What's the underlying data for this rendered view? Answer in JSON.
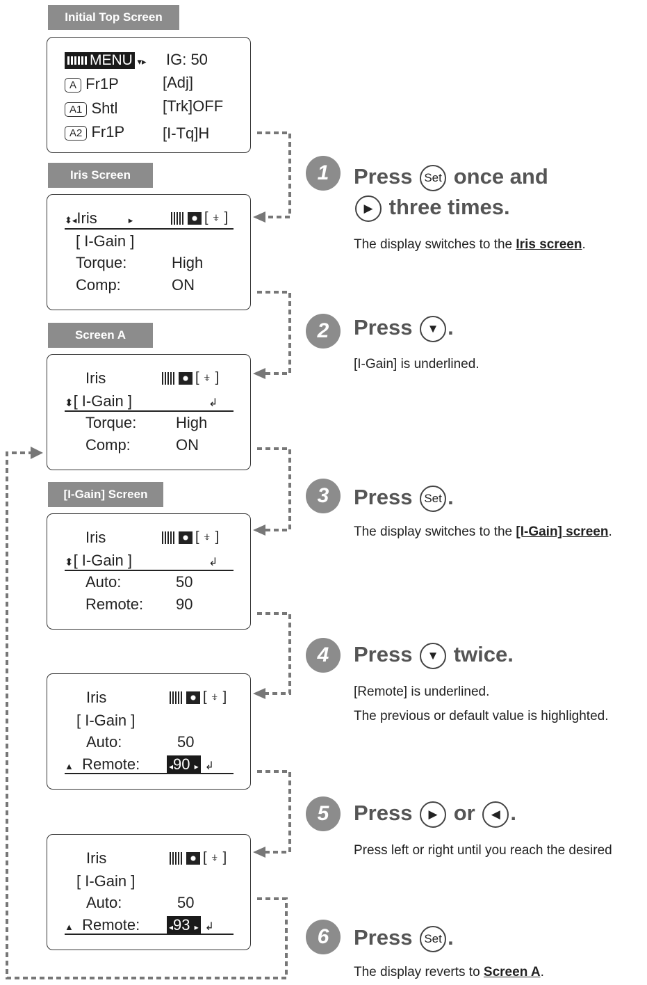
{
  "tabs": {
    "initial": "Initial Top Screen",
    "iris": "Iris Screen",
    "screen_a": "Screen A",
    "igain": "[I-Gain] Screen"
  },
  "top_screen": {
    "menu": "MENU",
    "ig": "IG: 50",
    "rows": [
      {
        "key": "A",
        "name": "Fr1P",
        "value": "[Adj]"
      },
      {
        "key": "A1",
        "name": "Shtl",
        "value": "[Trk]OFF"
      },
      {
        "key": "A2",
        "name": "Fr1P",
        "value": "[I-Tq]H"
      }
    ]
  },
  "iris_screen": {
    "title": "Iris",
    "mode": "[ I-Gain ]",
    "torque_label": "Torque:",
    "torque_value": "High",
    "comp_label": "Comp:",
    "comp_value": "ON"
  },
  "screen_a": {
    "title": "Iris",
    "mode": "[ I-Gain ]",
    "torque_label": "Torque:",
    "torque_value": "High",
    "comp_label": "Comp:",
    "comp_value": "ON"
  },
  "igain_screen": {
    "title": "Iris",
    "mode": "[ I-Gain ]",
    "auto_label": "Auto:",
    "auto_value": "50",
    "remote_label": "Remote:",
    "remote_value": "90"
  },
  "screen4": {
    "title": "Iris",
    "mode": "[ I-Gain ]",
    "auto_label": "Auto:",
    "auto_value": "50",
    "remote_label": "Remote:",
    "remote_value": "90"
  },
  "screen5": {
    "title": "Iris",
    "mode": "[ I-Gain ]",
    "auto_label": "Auto:",
    "auto_value": "50",
    "remote_label": "Remote:",
    "remote_value": "93"
  },
  "steps": [
    {
      "num": "1",
      "press": "Press",
      "btn": "Set",
      "mid": "once and",
      "line2": "three times.",
      "desc_pre": "The display switches to the ",
      "desc_link": "Iris screen",
      "desc_post": "."
    },
    {
      "num": "2",
      "press": "Press",
      "post": ".",
      "desc": "[I-Gain] is underlined."
    },
    {
      "num": "3",
      "press": "Press",
      "btn": "Set",
      "post": ".",
      "desc_pre": "The display switches to the ",
      "desc_link": "[I-Gain] screen",
      "desc_post": "."
    },
    {
      "num": "4",
      "press": "Press",
      "post": "twice.",
      "desc": "[Remote] is underlined.",
      "desc2": "The previous or default value is highlighted."
    },
    {
      "num": "5",
      "press": "Press",
      "mid": "or",
      "post": ".",
      "desc": "Press left or right until you reach the desired"
    },
    {
      "num": "6",
      "press": "Press",
      "btn": "Set",
      "post": ".",
      "desc_pre": "The display reverts to ",
      "desc_link": "Screen A",
      "desc_post": "."
    }
  ]
}
